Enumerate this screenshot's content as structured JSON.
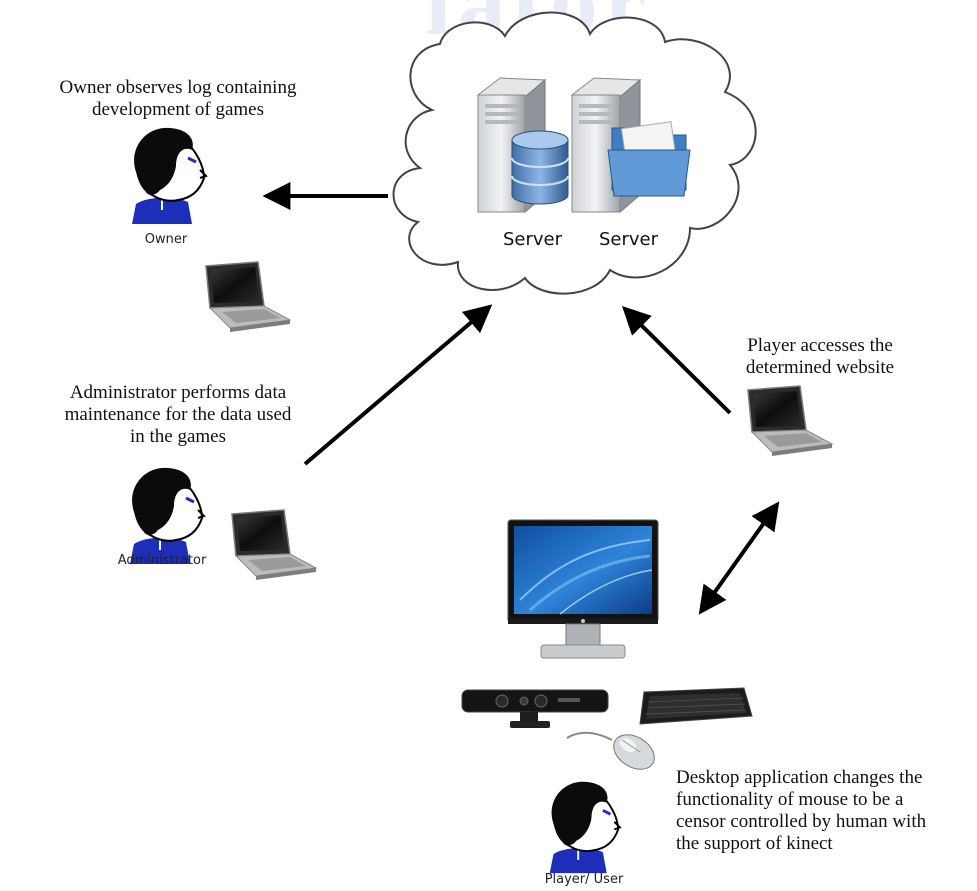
{
  "watermark": {
    "text": "lator"
  },
  "cloud": {
    "servers": [
      {
        "label": "Server",
        "icon": "database-server-icon"
      },
      {
        "label": "Server",
        "icon": "folder-server-icon"
      }
    ]
  },
  "owner": {
    "caption": "Owner observes log containing\ndevelopment of games",
    "label": "Owner"
  },
  "administrator": {
    "caption": "Administrator performs data\nmaintenance for the data used\nin the games",
    "label": "Administrator"
  },
  "player": {
    "caption": "Player accesses the\ndetermined website",
    "label": "Player/ User"
  },
  "desktop": {
    "caption": "Desktop application changes the\nfunctionality of mouse to be a\ncensor controlled by human with\nthe support of kinect"
  },
  "colors": {
    "person_shirt": "#1d2fb8",
    "person_eye": "#1a2fd0",
    "arrow": "#000000",
    "cloud_stroke": "#444444",
    "screen_blue": "#1f5fae"
  }
}
